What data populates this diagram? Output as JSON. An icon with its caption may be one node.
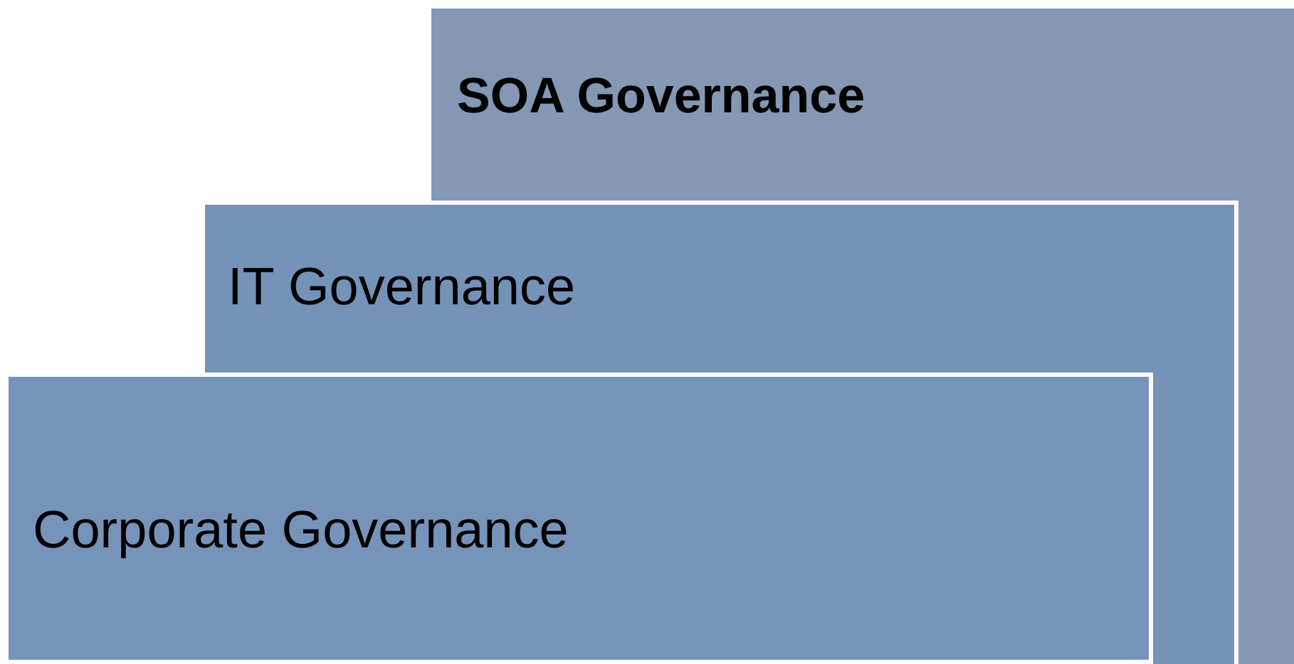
{
  "diagram": {
    "nodes": [
      {
        "text": [
          "SOA Governance"
        ]
      },
      {
        "text": [
          "IT Governance"
        ]
      },
      {
        "text": [
          "Corporate Governance"
        ]
      }
    ]
  }
}
